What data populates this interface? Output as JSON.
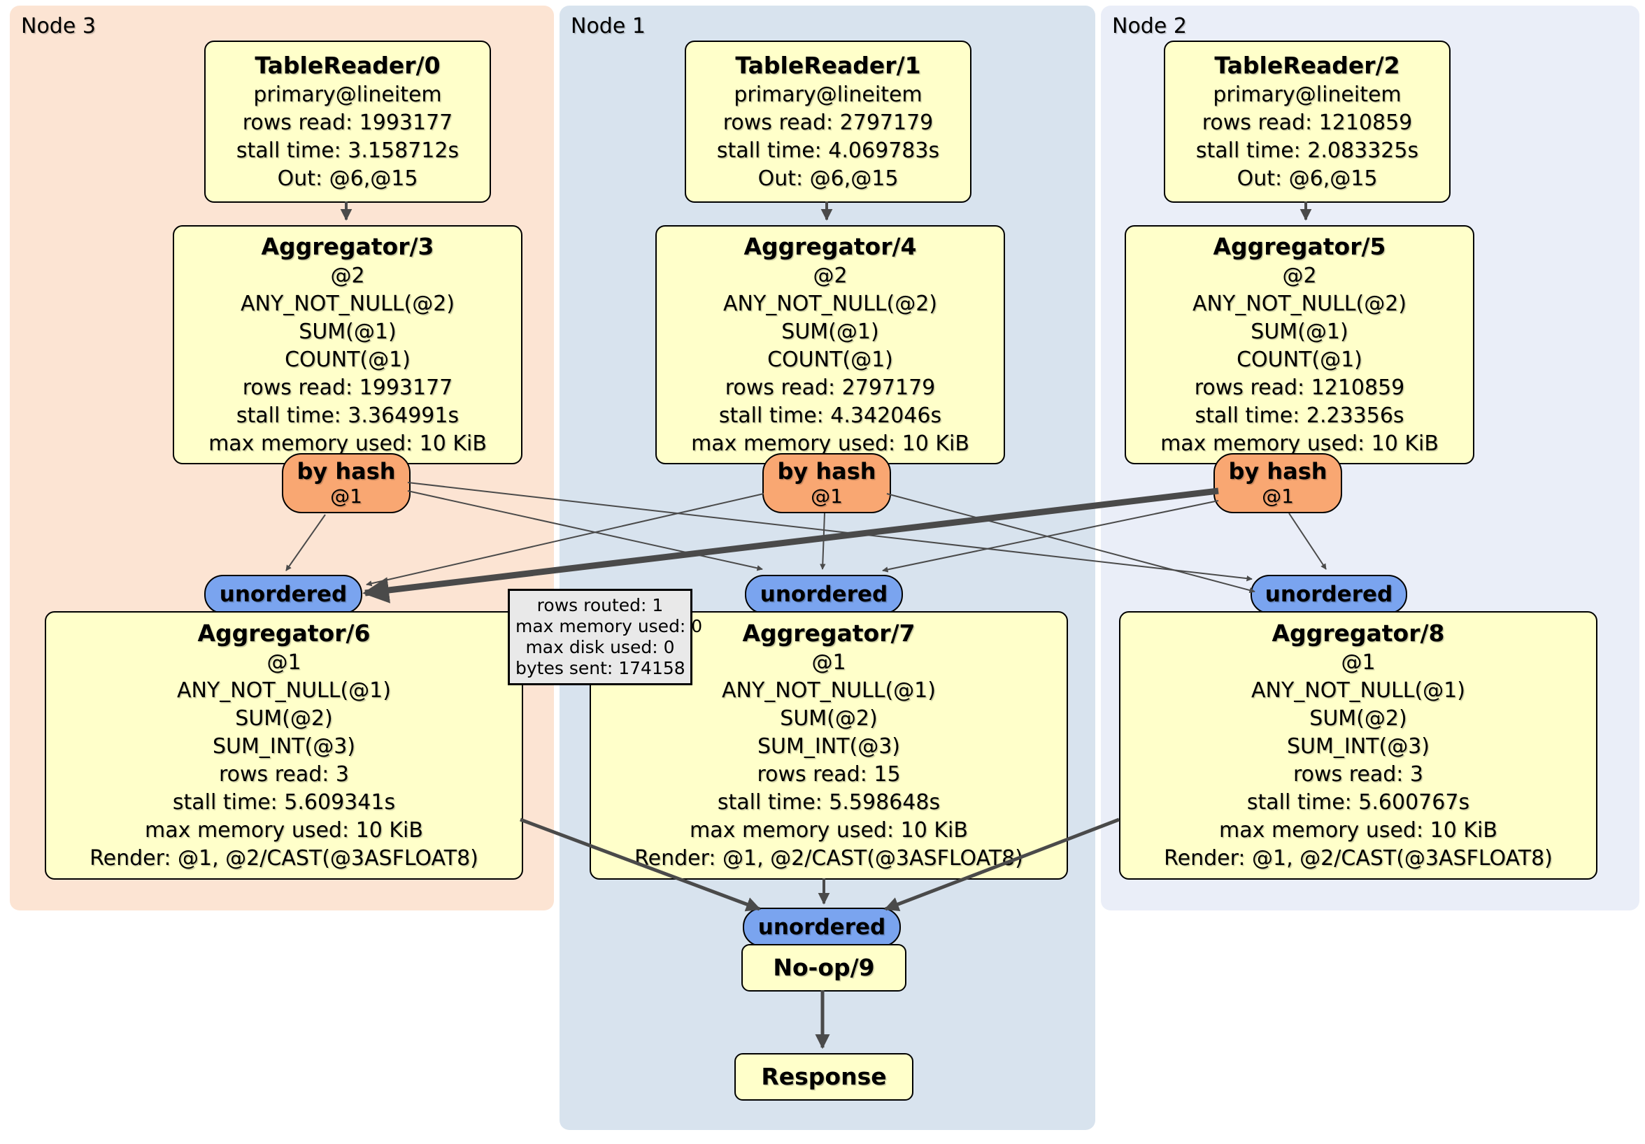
{
  "regions": [
    {
      "id": "node3",
      "label": "Node 3"
    },
    {
      "id": "node1",
      "label": "Node 1"
    },
    {
      "id": "node2",
      "label": "Node 2"
    }
  ],
  "processors": {
    "tr0": {
      "title": "TableReader/0",
      "lines": [
        "primary@lineitem",
        "rows read: 1993177",
        "stall time: 3.158712s",
        "Out: @6,@15"
      ]
    },
    "tr1": {
      "title": "TableReader/1",
      "lines": [
        "primary@lineitem",
        "rows read: 2797179",
        "stall time: 4.069783s",
        "Out: @6,@15"
      ]
    },
    "tr2": {
      "title": "TableReader/2",
      "lines": [
        "primary@lineitem",
        "rows read: 1210859",
        "stall time: 2.083325s",
        "Out: @6,@15"
      ]
    },
    "agg3": {
      "title": "Aggregator/3",
      "lines": [
        "@2",
        "ANY_NOT_NULL(@2)",
        "SUM(@1)",
        "COUNT(@1)",
        "rows read: 1993177",
        "stall time: 3.364991s",
        "max memory used: 10 KiB"
      ]
    },
    "agg4": {
      "title": "Aggregator/4",
      "lines": [
        "@2",
        "ANY_NOT_NULL(@2)",
        "SUM(@1)",
        "COUNT(@1)",
        "rows read: 2797179",
        "stall time: 4.342046s",
        "max memory used: 10 KiB"
      ]
    },
    "agg5": {
      "title": "Aggregator/5",
      "lines": [
        "@2",
        "ANY_NOT_NULL(@2)",
        "SUM(@1)",
        "COUNT(@1)",
        "rows read: 1210859",
        "stall time: 2.23356s",
        "max memory used: 10 KiB"
      ]
    },
    "agg6": {
      "title": "Aggregator/6",
      "lines": [
        "@1",
        "ANY_NOT_NULL(@1)",
        "SUM(@2)",
        "SUM_INT(@3)",
        "rows read: 3",
        "stall time: 5.609341s",
        "max memory used: 10 KiB",
        "Render: @1, @2/CAST(@3ASFLOAT8)"
      ]
    },
    "agg7": {
      "title": "Aggregator/7",
      "lines": [
        "@1",
        "ANY_NOT_NULL(@1)",
        "SUM(@2)",
        "SUM_INT(@3)",
        "rows read: 15",
        "stall time: 5.598648s",
        "max memory used: 10 KiB",
        "Render: @1, @2/CAST(@3ASFLOAT8)"
      ]
    },
    "agg8": {
      "title": "Aggregator/8",
      "lines": [
        "@1",
        "ANY_NOT_NULL(@1)",
        "SUM(@2)",
        "SUM_INT(@3)",
        "rows read: 3",
        "stall time: 5.600767s",
        "max memory used: 10 KiB",
        "Render: @1, @2/CAST(@3ASFLOAT8)"
      ]
    },
    "noop": {
      "title": "No-op/9"
    },
    "response": {
      "title": "Response"
    }
  },
  "routers": {
    "bh3": {
      "label": "by hash",
      "detail": "@1"
    },
    "bh4": {
      "label": "by hash",
      "detail": "@1"
    },
    "bh5": {
      "label": "by hash",
      "detail": "@1"
    }
  },
  "streams": {
    "sync_label": "unordered"
  },
  "tooltip": {
    "lines": [
      "rows routed: 1",
      "max memory used: 0",
      "max disk used: 0",
      "bytes sent: 174158"
    ]
  },
  "colors": {
    "processor_fill": "#ffffca",
    "router_fill": "#f9a772",
    "sync_fill": "#7aa4ef",
    "node3_fill": "#fce4d3",
    "node1_fill": "#d8e3ee",
    "node2_fill": "#eaeef8",
    "tooltip_fill": "#e9e9e9",
    "edge": "#4a4a4a"
  }
}
